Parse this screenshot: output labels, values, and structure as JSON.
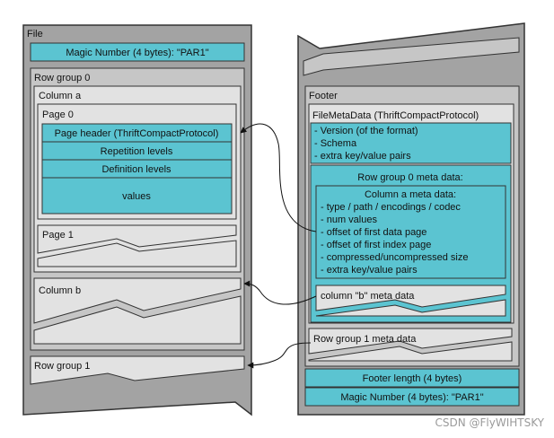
{
  "file": {
    "title": "File",
    "magic_top": "Magic Number (4 bytes): \"PAR1\"",
    "row_group_0": {
      "title": "Row group 0",
      "column_a": {
        "title": "Column a",
        "page_0": {
          "title": "Page 0",
          "header": "Page header (ThriftCompactProtocol)",
          "repetition": "Repetition levels",
          "definition": "Definition levels",
          "values": "values"
        },
        "page_1": "Page 1"
      },
      "column_b": "Column b"
    },
    "row_group_1": "Row group 1"
  },
  "footer": {
    "title": "Footer",
    "file_meta": {
      "title": "FileMetaData (ThriftCompactProtocol)",
      "items": [
        "- Version (of the format)",
        "- Schema",
        "- extra key/value pairs"
      ],
      "rg0": {
        "title": "Row group 0 meta data:",
        "col_a": {
          "title": "Column a meta data:",
          "items": [
            "- type / path / encodings / codec",
            "- num values",
            "- offset of first data page",
            "- offset of first index page",
            "- compressed/uncompressed size",
            "- extra key/value pairs"
          ]
        },
        "col_b": "column \"b\" meta data"
      },
      "rg1": "Row group 1 meta data"
    },
    "footer_length": "Footer length (4 bytes)",
    "magic_bottom": "Magic Number (4 bytes): \"PAR1\""
  },
  "watermark": "CSDN @FlyWIHTSKY",
  "colors": {
    "outer_gray": "#a3a3a3",
    "mid_gray": "#c6c6c6",
    "light_gray": "#e2e2e2",
    "cyan": "#5bc4d1",
    "stroke": "#333333"
  }
}
